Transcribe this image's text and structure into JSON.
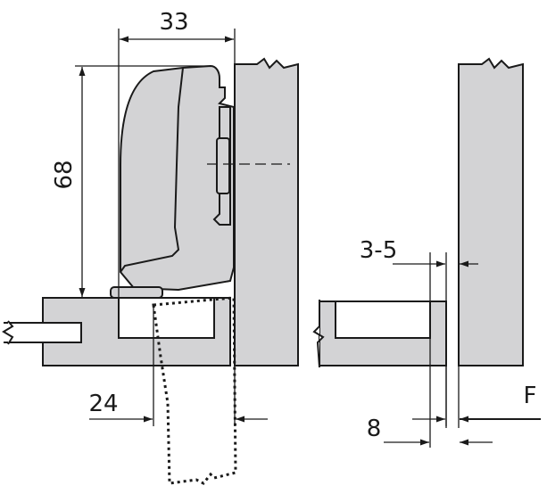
{
  "dimensions": {
    "width_33": "33",
    "height_68": "68",
    "offset_24": "24",
    "gap_3_5": "3-5",
    "depth_8": "8",
    "force_F": "F"
  },
  "colors": {
    "panel_fill": "#d3d3d5",
    "line": "#1a1a1a",
    "white": "#ffffff"
  }
}
